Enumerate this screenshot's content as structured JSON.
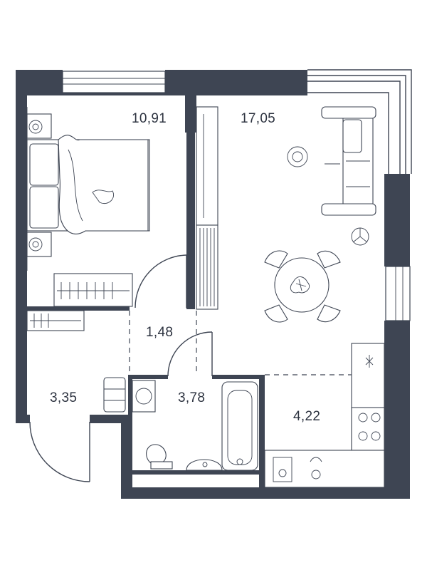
{
  "rooms": [
    {
      "id": "bedroom",
      "area": "10,91"
    },
    {
      "id": "living",
      "area": "17,05"
    },
    {
      "id": "hall",
      "area": "1,48"
    },
    {
      "id": "entry",
      "area": "3,35"
    },
    {
      "id": "bath",
      "area": "3,78"
    },
    {
      "id": "kitchen",
      "area": "4,22"
    }
  ],
  "colors": {
    "wall": "#3e4553",
    "background": "#ffffff"
  }
}
